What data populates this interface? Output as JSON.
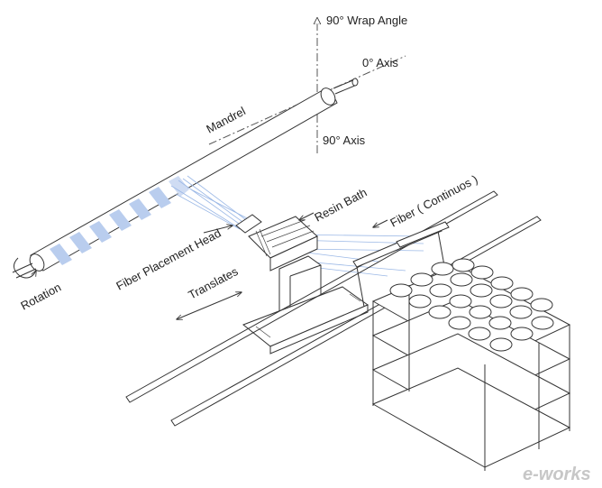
{
  "labels": {
    "wrap_angle": "90° Wrap Angle",
    "zero_axis": "0° Axis",
    "ninety_axis": "90° Axis",
    "mandrel": "Mandrel",
    "resin_bath": "Resin Bath",
    "fiber": "Fiber ( Continuos )",
    "fiber_placement_head": "Fiber Placement Head",
    "translates": "Translates",
    "rotation": "Rotation"
  },
  "logo": {
    "text": "e-works"
  },
  "colors": {
    "fiber": "#9bb8e6",
    "line": "#333333"
  }
}
